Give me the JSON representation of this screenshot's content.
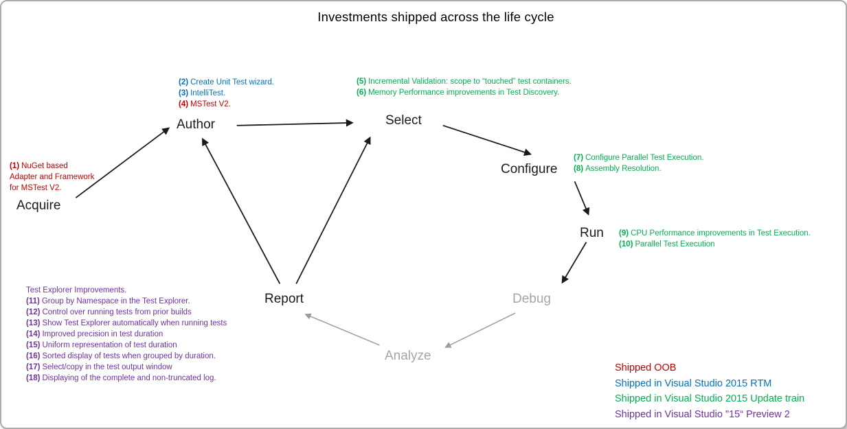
{
  "frame": {
    "title": "Investments shipped across the life cycle"
  },
  "palette": {
    "oob": "#C00000",
    "rtm": "#0070C0",
    "update": "#00B050",
    "preview": "#7030A0",
    "node": "#1a1a1a",
    "inactive": "#A6A6A6"
  },
  "nodes": {
    "acquire": {
      "label": "Acquire"
    },
    "author": {
      "label": "Author"
    },
    "select": {
      "label": "Select"
    },
    "configure": {
      "label": "Configure"
    },
    "run": {
      "label": "Run"
    },
    "debug": {
      "label": "Debug"
    },
    "analyze": {
      "label": "Analyze"
    },
    "report": {
      "label": "Report"
    }
  },
  "notes": {
    "acquire": {
      "lines": [
        {
          "num": "(1)",
          "text": "NuGet based"
        },
        {
          "num": "",
          "text": "Adapter and Framework"
        },
        {
          "num": "",
          "text": "for MSTest V2."
        }
      ]
    },
    "author": {
      "lines": [
        {
          "num": "(2)",
          "text": "Create Unit Test wizard."
        },
        {
          "num": "(3)",
          "text": "IntelliTest."
        },
        {
          "num": "(4)",
          "text": "MSTest V2."
        }
      ]
    },
    "select": {
      "lines": [
        {
          "num": "(5)",
          "text": "Incremental Validation: scope to “touched” test containers."
        },
        {
          "num": "(6)",
          "text": "Memory Performance improvements in Test Discovery."
        }
      ]
    },
    "configure": {
      "lines": [
        {
          "num": "(7)",
          "text": "Configure Parallel Test Execution."
        },
        {
          "num": "(8)",
          "text": "Assembly Resolution."
        }
      ]
    },
    "run": {
      "lines": [
        {
          "num": "(9)",
          "text": "CPU Performance improvements in Test Execution."
        },
        {
          "num": "(10)",
          "text": "Parallel Test Execution"
        }
      ]
    },
    "report": {
      "header": "Test Explorer Improvements.",
      "lines": [
        {
          "num": "(11)",
          "text": "Group by Namespace in the Test Explorer."
        },
        {
          "num": "(12)",
          "text": "Control over running tests from prior builds"
        },
        {
          "num": "(13)",
          "text": "Show Test Explorer automatically when running tests"
        },
        {
          "num": "(14)",
          "text": "Improved precision in test duration"
        },
        {
          "num": "(15)",
          "text": "Uniform representation of test duration"
        },
        {
          "num": "(16)",
          "text": "Sorted display of tests when grouped by duration."
        },
        {
          "num": "(17)",
          "text": "Select/copy in the test output window"
        },
        {
          "num": "(18)",
          "text": "Displaying of the complete and non-truncated log."
        }
      ]
    }
  },
  "legend": {
    "items": [
      {
        "label": "Shipped OOB",
        "color": "#C00000"
      },
      {
        "label": "Shipped in Visual Studio 2015 RTM",
        "color": "#0070C0"
      },
      {
        "label": "Shipped in Visual Studio 2015 Update train",
        "color": "#00B050"
      },
      {
        "label": "Shipped in Visual Studio \"15“ Preview 2",
        "color": "#7030A0"
      }
    ]
  }
}
